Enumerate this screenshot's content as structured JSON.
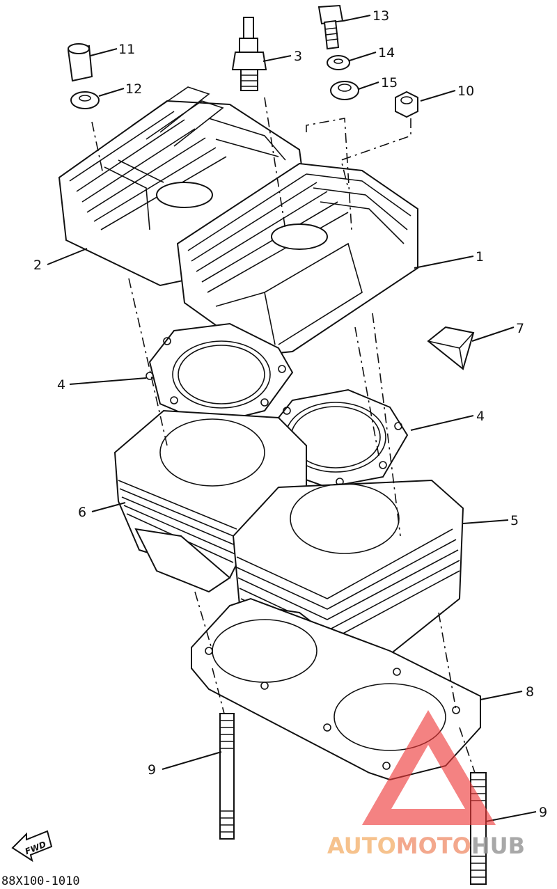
{
  "callouts": {
    "c1": "1",
    "c2": "2",
    "c3": "3",
    "c4a": "4",
    "c4b": "4",
    "c5": "5",
    "c6": "6",
    "c7": "7",
    "c8": "8",
    "c9a": "9",
    "c9b": "9",
    "c10": "10",
    "c11": "11",
    "c12": "12",
    "c13": "13",
    "c14": "14",
    "c15": "15"
  },
  "fwd_label": "FWD",
  "diagram_code": "88X100-1010",
  "watermark": {
    "text_part1": "AUTO",
    "text_part2": "MOTO",
    "text_part3": "HUB",
    "colors": {
      "auto": "#f5b87a",
      "moto": "#f29a7a",
      "hub": "#9a9a9a",
      "triangle": "#ee3b3b"
    }
  }
}
